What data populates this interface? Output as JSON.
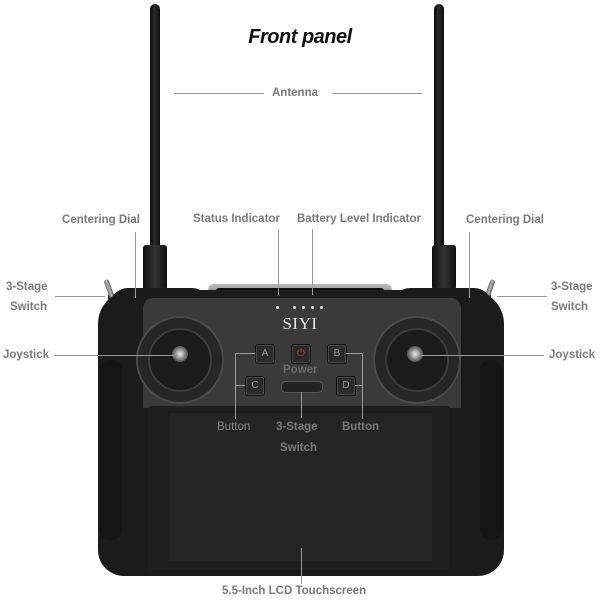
{
  "title": "Front panel",
  "brand": "SIYI",
  "labels": {
    "antenna": "Antenna",
    "centering_dial_left": "Centering Dial",
    "centering_dial_right": "Centering Dial",
    "status_indicator": "Status Indicator",
    "battery_level_indicator": "Battery Level Indicator",
    "three_stage_switch_left_line1": "3-Stage",
    "three_stage_switch_left_line2": "Switch",
    "three_stage_switch_right_line1": "3-Stage",
    "three_stage_switch_right_line2": "Switch",
    "joystick_left": "Joystick",
    "joystick_right": "Joystick",
    "button_left": "Button",
    "button_right": "Button",
    "center_switch_line1": "3-Stage",
    "center_switch_line2": "Switch",
    "power": "Power",
    "touchscreen": "5.5-Inch LCD Touchscreen"
  },
  "buttons": {
    "a": "A",
    "b": "B",
    "c": "C",
    "d": "D",
    "power_icon": "⏻"
  },
  "colors": {
    "label_gray": "#7a7a7a",
    "body_dark": "#1b1b1b",
    "face_gray": "#3a3a3a",
    "power_red": "#d23a3a"
  }
}
